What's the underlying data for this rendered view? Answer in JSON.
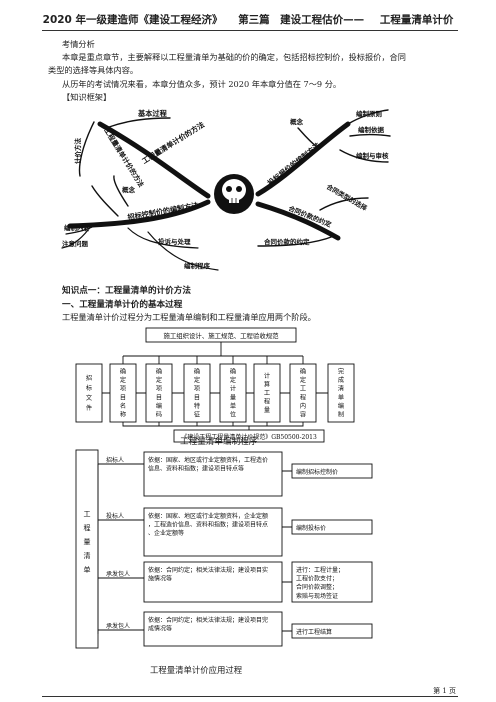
{
  "header": {
    "title": "2020 年一级建造师《建设工程经济》",
    "chapter": "第三篇　建设工程估价——",
    "section": "工程量清单计价"
  },
  "intro": {
    "label": "考情分析",
    "p1a": "本章是重点章节，主要解释以工程量清单为基础的价的确定，包括招标控制价，投标报价，合同",
    "p1b": "类型的选择等具体内容。",
    "p2": "从历年的考试情况来看，本章分值众多，预计 2020 年本章分值在 7～9 分。",
    "framework": "【知识框架】"
  },
  "mindmap": {
    "center_icon": "skull-emblem",
    "left": {
      "b1": "工程量清单计价的方法",
      "b1_top": "基本过程",
      "b1_side": "工程量清单计价的方法",
      "b2": "招标控制价的编制方法",
      "b2_a": "计价方法",
      "b2_b": "编制内容",
      "b2_c": "概念",
      "b2_d": "注意问题",
      "b2_e": "投诉与处理",
      "b2_f": "编制程序"
    },
    "right": {
      "b1": "投标报价的编制方法",
      "b1_a": "概念",
      "b1_b": "编制原则",
      "b1_c": "编制依据",
      "b1_d": "编制与审核",
      "b2": "合同价款的约定",
      "b2_a": "合同价款的约定",
      "b2_b": "合同类型的选择"
    }
  },
  "kp1": {
    "title": "知识点一：工程量清单的计价方法",
    "sub1": "一、工程量清单计价的基本过程",
    "desc": "工程量清单计价过程分为工程量清单编制和工程量清单应用两个阶段。"
  },
  "flow": {
    "top": "施工组织设计、施工规范、工程验收规范",
    "steps": [
      "招标文件",
      "确定项目名称",
      "确定项目编码",
      "确定项目特征",
      "确定计量单位",
      "计算工程量",
      "确定工程内容",
      "完成清单编制"
    ],
    "bottom": "《建设工程工程量清单计价规范》GB50500-2013",
    "caption": "工程量清单编制程序"
  },
  "application": {
    "side_label": "工程量清单",
    "rows": [
      {
        "party": "招标人",
        "basis": "依据：国家、地区或行业定额资料，工程造价信息、资料和指数；建设项目特点等",
        "result": "编制招标控制价"
      },
      {
        "party": "投标人",
        "basis": "依据：国家、地区或行业定额资料，企业定额，工程造价信息、资料和指数；建设项目特点、企业定额等",
        "result": "编制投标价"
      },
      {
        "party": "承发包人",
        "basis": "依据：合同约定；相关法律法规；建设项目实施情况等",
        "result": "进行：工程计量；工程价款支付；合同价款调整；索赔与现场签证"
      },
      {
        "party": "承发包人",
        "basis": "依据：合同约定；相关法律法规；建设项目完成情况等",
        "result": "进行工程结算"
      }
    ],
    "caption": "工程量清单计价应用过程"
  },
  "footer": {
    "page": "第 1 页"
  }
}
